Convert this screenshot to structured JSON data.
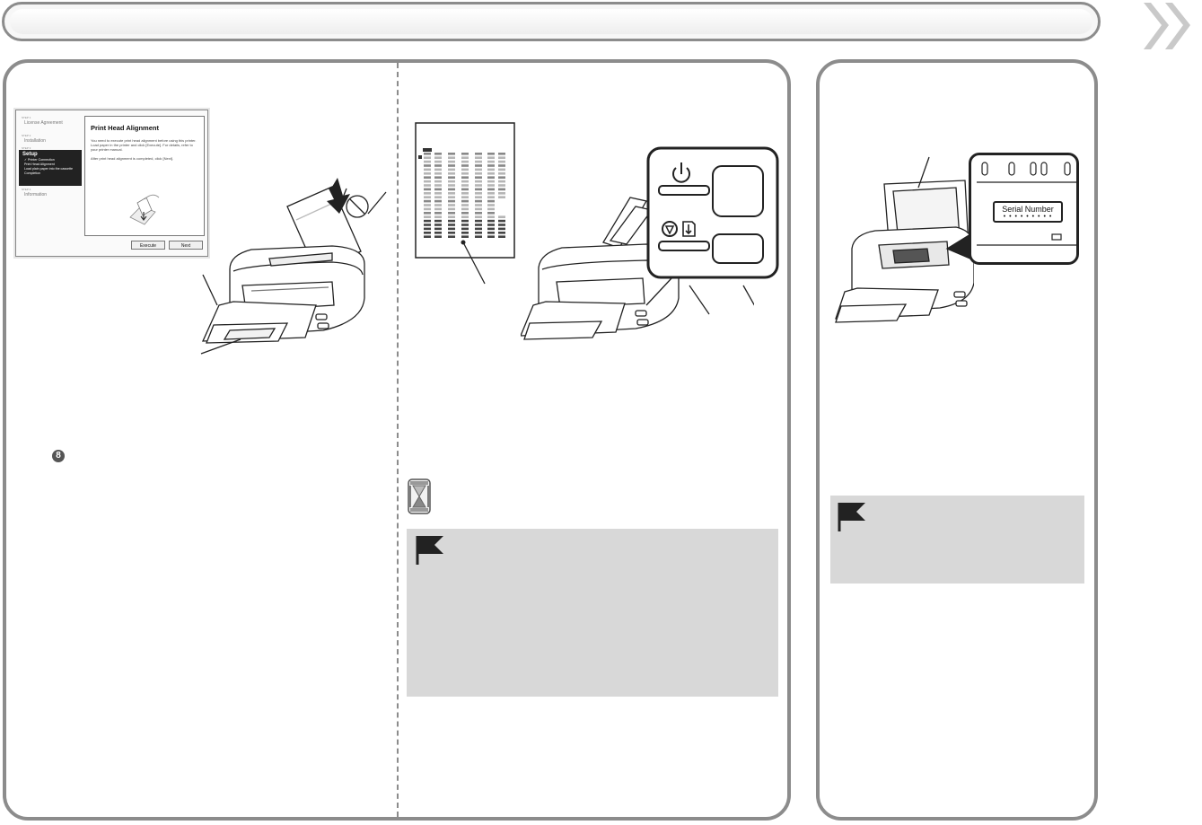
{
  "header": {},
  "dialog": {
    "nav_steps": [
      "STEP 1",
      "STEP 2",
      "STEP 3",
      "STEP 4"
    ],
    "nav_items": [
      "License Agreement",
      "Installation"
    ],
    "setup_heading": "Setup",
    "setup_items": [
      "✓ Printer Connection",
      "Print Head Alignment",
      "Load plain paper into the cassette",
      "Completion"
    ],
    "info_item": "Information",
    "title": "Print Head Alignment",
    "text1": "You need to execute print head alignment before using this printer. Load paper in the printer and click [Execute]. For details, refer to your printer manual.",
    "text2": "After print head alignment is completed, click [Next].",
    "execute_label": "Execute",
    "next_label": "Next"
  },
  "step_badge": "8",
  "serial": {
    "label": "Serial Number",
    "dots": "• • • • • • • • •"
  },
  "colors": {
    "border": "#8c8c8c",
    "note_bg": "#d8d8d8",
    "line_art": "#222222"
  },
  "icons": [
    "next-page-arrows-icon",
    "hourglass-icon",
    "note-flag-icon",
    "power-icon",
    "stop-icon",
    "paper-feed-icon"
  ]
}
